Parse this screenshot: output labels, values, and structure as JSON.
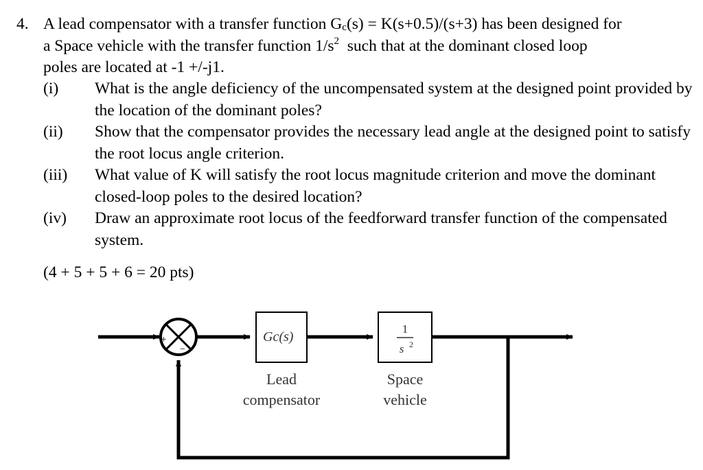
{
  "problem": {
    "number": "4.",
    "stem_parts": {
      "line1_a": "A lead compensator with a transfer function G",
      "line1_sub": "c",
      "line1_b": "(s) = K(s+0.5)/(s+3) has been designed for",
      "line2_a": "a Space vehicle with the transfer function 1/s",
      "line2_sup": "2",
      "line2_b": "  such that at the dominant closed loop",
      "line3": "poles are located at -1 +/-j1."
    },
    "subparts": [
      {
        "label": "(i)",
        "text": "What is the angle deficiency of the uncompensated system at the designed point provided by the location of the dominant poles?"
      },
      {
        "label": "(ii)",
        "text": "Show that the compensator provides the necessary lead angle at the designed point to satisfy the root locus angle criterion."
      },
      {
        "label": "(iii)",
        "text": "What value of K will satisfy the root locus magnitude criterion and move the dominant closed-loop poles to the desired location?"
      },
      {
        "label": "(iv)",
        "text": "Draw an approximate root locus of the feedforward transfer function of the compensated system."
      }
    ],
    "points": "(4 + 5 + 5 + 6 = 20 pts)"
  },
  "diagram": {
    "plus_sign": "+",
    "minus_sign": "−",
    "compensator_block": "Gc(s)",
    "compensator_label_line1": "Lead",
    "compensator_label_line2": "compensator",
    "plant_numerator": "1",
    "plant_denominator": "s",
    "plant_denominator_sup": "2",
    "plant_label_line1": "Space",
    "plant_label_line2": "vehicle"
  }
}
